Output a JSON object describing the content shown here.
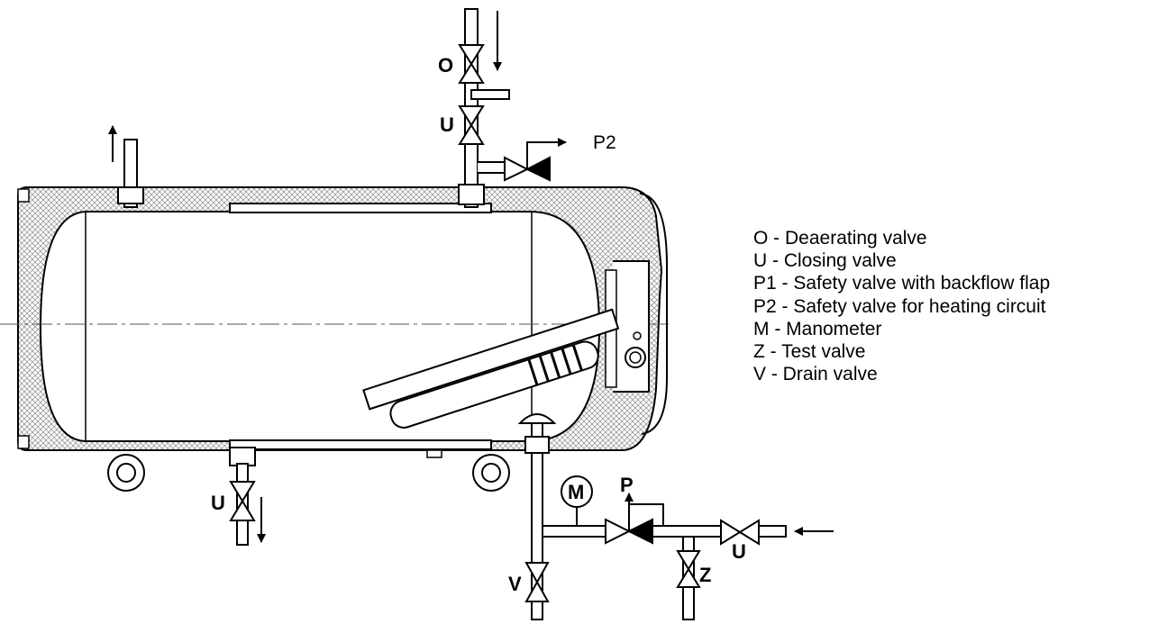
{
  "labels": {
    "top_deaerating": "O",
    "top_closing": "U",
    "top_safety": "P2",
    "bottom_closing": "U",
    "manometer": "M",
    "safety": "P",
    "inlet_closing": "U",
    "test_valve": "Z",
    "drain_valve": "V"
  },
  "legend": [
    "O - Deaerating valve",
    "U - Closing valve",
    "P1 - Safety valve with backflow flap",
    "P2 - Safety valve for heating circuit",
    "M - Manometer",
    "Z - Test valve",
    "V - Drain valve"
  ],
  "colors": {
    "line": "#000000",
    "insulation_hatch": "#9a9a9a",
    "background": "#ffffff"
  }
}
